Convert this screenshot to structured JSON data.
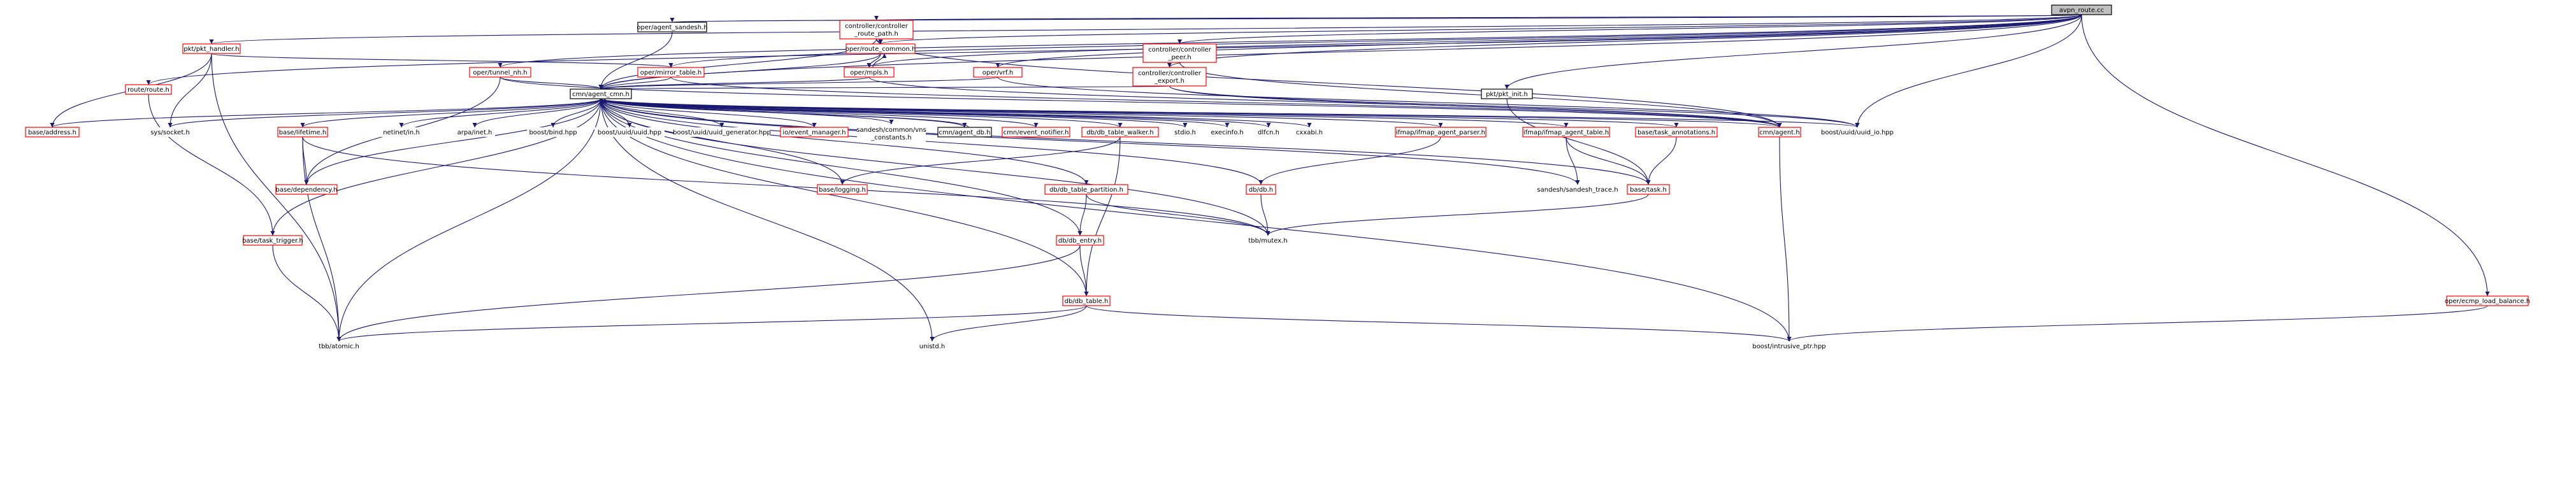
{
  "graph_title": "",
  "colors": {
    "edge": "#191970",
    "red_border": "#ff0000",
    "black_border": "#000000",
    "root_fill": "#bfbfbf"
  },
  "nodes": {
    "root": {
      "label": [
        "avpn_route.cc"
      ]
    },
    "agent_sandesh": {
      "label": [
        "oper/agent_sandesh.h"
      ]
    },
    "route_path": {
      "label": [
        "controller/controller",
        "_route_path.h"
      ]
    },
    "pkt_handler": {
      "label": [
        "pkt/pkt_handler.h"
      ]
    },
    "route_common": {
      "label": [
        "oper/route_common.h"
      ]
    },
    "controller_peer": {
      "label": [
        "controller/controller",
        "_peer.h"
      ]
    },
    "route_h": {
      "label": [
        "route/route.h"
      ]
    },
    "tunnel_nh": {
      "label": [
        "oper/tunnel_nh.h"
      ]
    },
    "mirror_table": {
      "label": [
        "oper/mirror_table.h"
      ]
    },
    "mpls": {
      "label": [
        "oper/mpls.h"
      ]
    },
    "vrf": {
      "label": [
        "oper/vrf.h"
      ]
    },
    "controller_export": {
      "label": [
        "controller/controller",
        "_export.h"
      ]
    },
    "pkt_init": {
      "label": [
        "pkt/pkt_init.h"
      ]
    },
    "cmn": {
      "label": [
        "cmn/agent_cmn.h"
      ]
    },
    "address": {
      "label": [
        "base/address.h"
      ]
    },
    "sys_socket": {
      "label": [
        "sys/socket.h"
      ]
    },
    "lifetime": {
      "label": [
        "base/lifetime.h"
      ]
    },
    "netinet": {
      "label": [
        "netinet/in.h"
      ]
    },
    "arpa": {
      "label": [
        "arpa/inet.h"
      ]
    },
    "boost_bind": {
      "label": [
        "boost/bind.hpp"
      ]
    },
    "boost_uuid": {
      "label": [
        "boost/uuid/uuid.hpp"
      ]
    },
    "uuid_gen": {
      "label": [
        "boost/uuid/uuid_generator.hpp"
      ]
    },
    "event_manager": {
      "label": [
        "io/event_manager.h"
      ]
    },
    "vns_constants": {
      "label": [
        "sandesh/common/vns",
        "_constants.h"
      ]
    },
    "agent_db": {
      "label": [
        "cmn/agent_db.h"
      ]
    },
    "event_notifier": {
      "label": [
        "cmn/event_notifier.h"
      ]
    },
    "table_walker": {
      "label": [
        "db/db_table_walker.h"
      ]
    },
    "stdio": {
      "label": [
        "stdio.h"
      ]
    },
    "execinfo": {
      "label": [
        "execinfo.h"
      ]
    },
    "dlfcn": {
      "label": [
        "dlfcn.h"
      ]
    },
    "cxxabi": {
      "label": [
        "cxxabi.h"
      ]
    },
    "ifmap_parser": {
      "label": [
        "ifmap/ifmap_agent_parser.h"
      ]
    },
    "ifmap_table": {
      "label": [
        "ifmap/ifmap_agent_table.h"
      ]
    },
    "task_annotations": {
      "label": [
        "base/task_annotations.h"
      ]
    },
    "cmn_agent": {
      "label": [
        "cmn/agent.h"
      ]
    },
    "uuid_io": {
      "label": [
        "boost/uuid/uuid_io.hpp"
      ]
    },
    "dependency": {
      "label": [
        "base/dependency.h"
      ]
    },
    "logging": {
      "label": [
        "base/logging.h"
      ]
    },
    "table_partition": {
      "label": [
        "db/db_table_partition.h"
      ]
    },
    "db_h": {
      "label": [
        "db/db.h"
      ]
    },
    "sandesh_trace": {
      "label": [
        "sandesh/sandesh_trace.h"
      ]
    },
    "base_task": {
      "label": [
        "base/task.h"
      ]
    },
    "task_trigger": {
      "label": [
        "base/task_trigger.h"
      ]
    },
    "db_entry": {
      "label": [
        "db/db_entry.h"
      ]
    },
    "tbb_mutex": {
      "label": [
        "tbb/mutex.h"
      ]
    },
    "db_table": {
      "label": [
        "db/db_table.h"
      ]
    },
    "ecmp": {
      "label": [
        "oper/ecmp_load_balance.h"
      ]
    },
    "tbb_atomic": {
      "label": [
        "tbb/atomic.h"
      ]
    },
    "unistd": {
      "label": [
        "unistd.h"
      ]
    },
    "intrusive_ptr": {
      "label": [
        "boost/intrusive_ptr.hpp"
      ]
    }
  }
}
